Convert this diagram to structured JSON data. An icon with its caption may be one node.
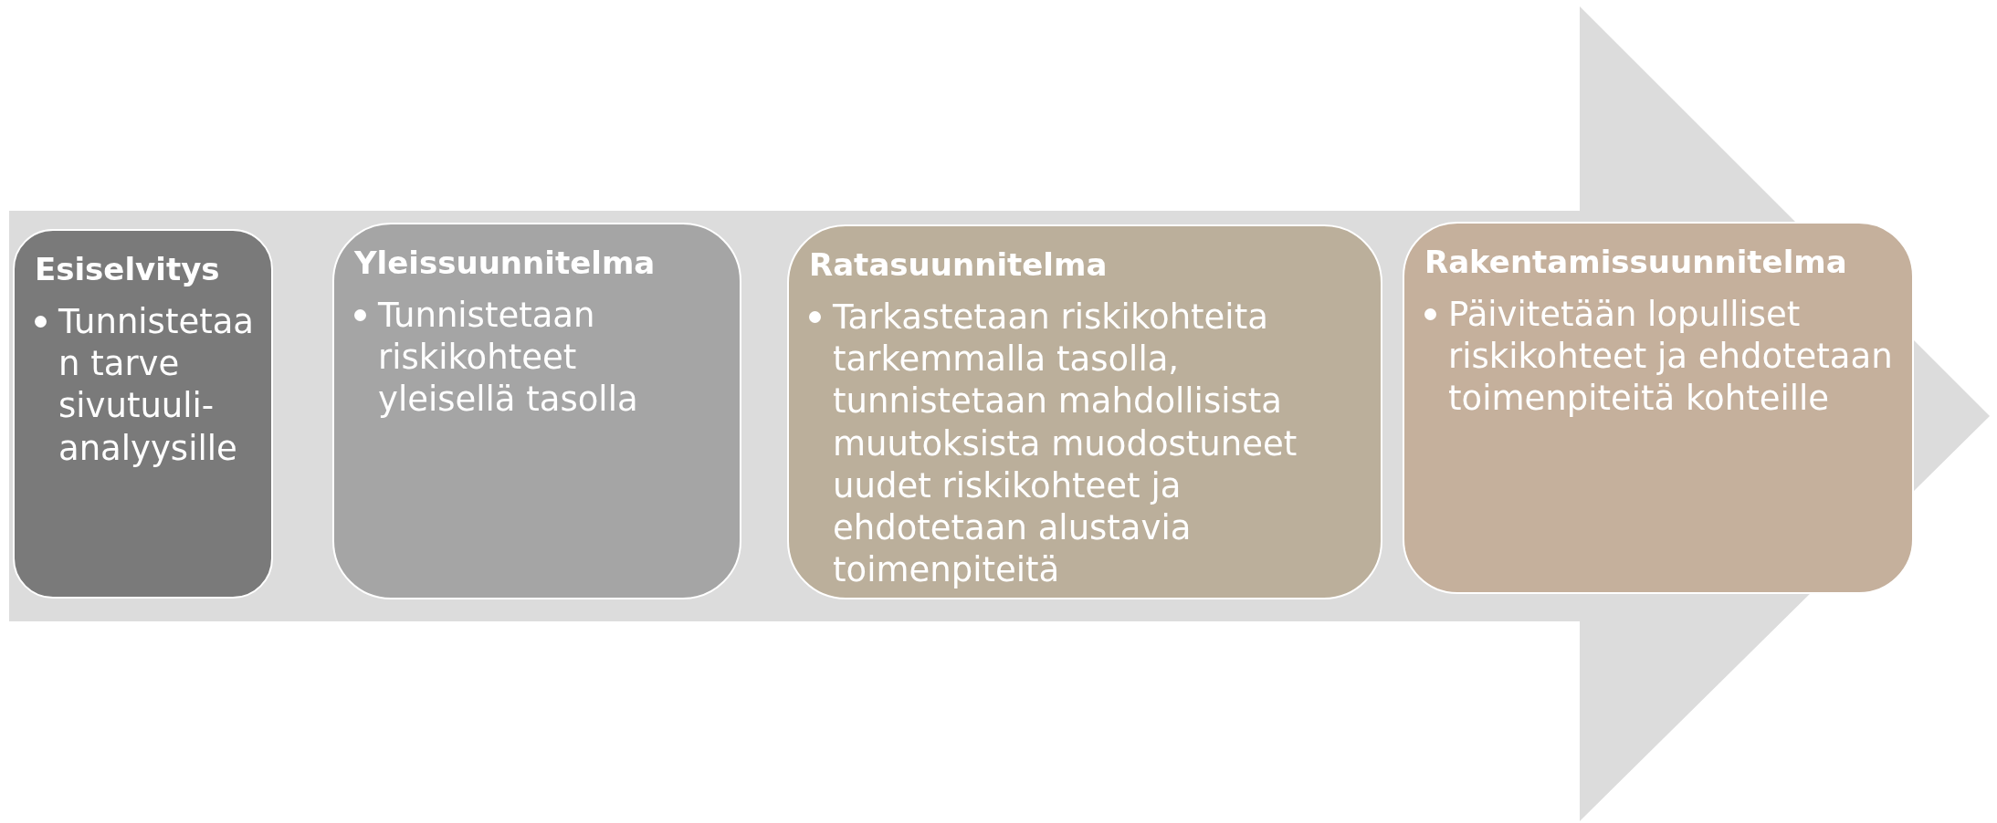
{
  "diagram": {
    "nodes": [
      {
        "text": [
          "Esiselvitys",
          "Tunnistetaan tarve sivutuuli-analyysille"
        ]
      },
      {
        "text": [
          "Yleissuunnitelma",
          "Tunnistetaan riskikohteet yleisellä tasolla"
        ]
      },
      {
        "text": [
          "Ratasuunnitelma",
          "Tarkastetaan riskikohteita tarkemmalla tasolla, tunnistetaan mahdollisista muutoksista muodostuneet uudet riskikohteet ja ehdotetaan alustavia toimenpiteitä"
        ]
      },
      {
        "text": [
          "Rakentamissuunnitelma",
          "Päivitetään lopulliset riskikohteet ja ehdotetaan toimenpiteitä kohteille"
        ]
      }
    ],
    "edges": [
      {
        "from": 0,
        "to": 3,
        "arrow": "to"
      }
    ]
  }
}
